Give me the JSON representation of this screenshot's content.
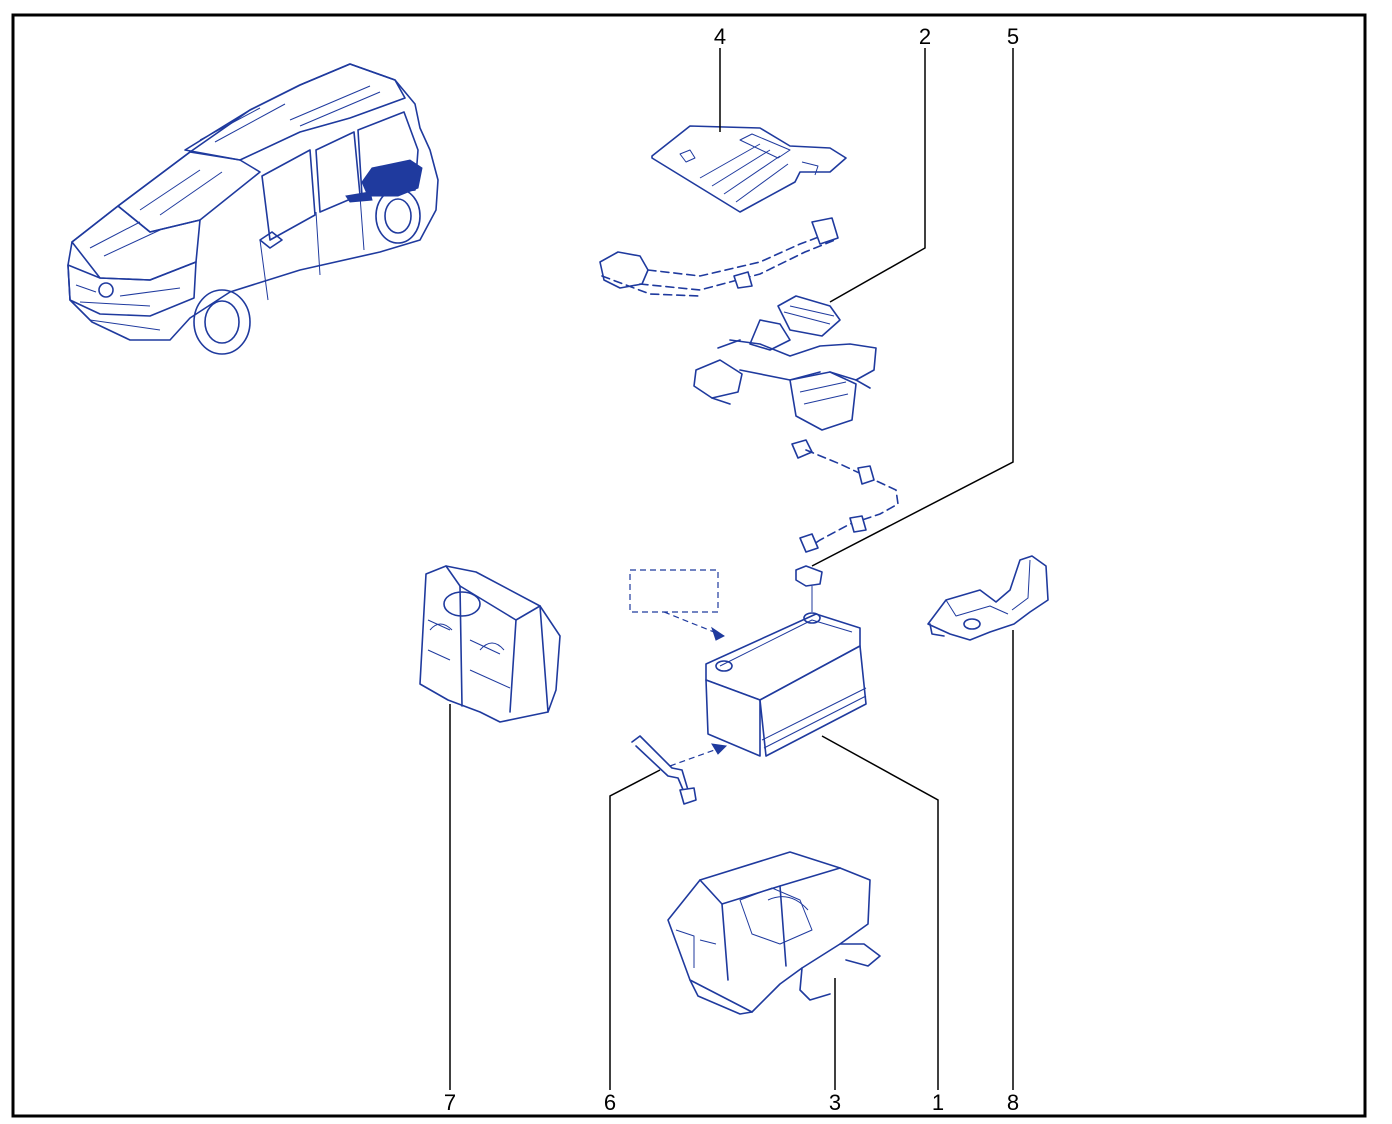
{
  "callouts": [
    {
      "id": "1",
      "text": "1"
    },
    {
      "id": "2",
      "text": "2"
    },
    {
      "id": "3",
      "text": "3"
    },
    {
      "id": "4",
      "text": "4"
    },
    {
      "id": "5",
      "text": "5"
    },
    {
      "id": "6",
      "text": "6"
    },
    {
      "id": "7",
      "text": "7"
    },
    {
      "id": "8",
      "text": "8"
    }
  ],
  "colors": {
    "line_art": "#1f3a9e",
    "frame": "#000000",
    "background": "#ffffff"
  }
}
